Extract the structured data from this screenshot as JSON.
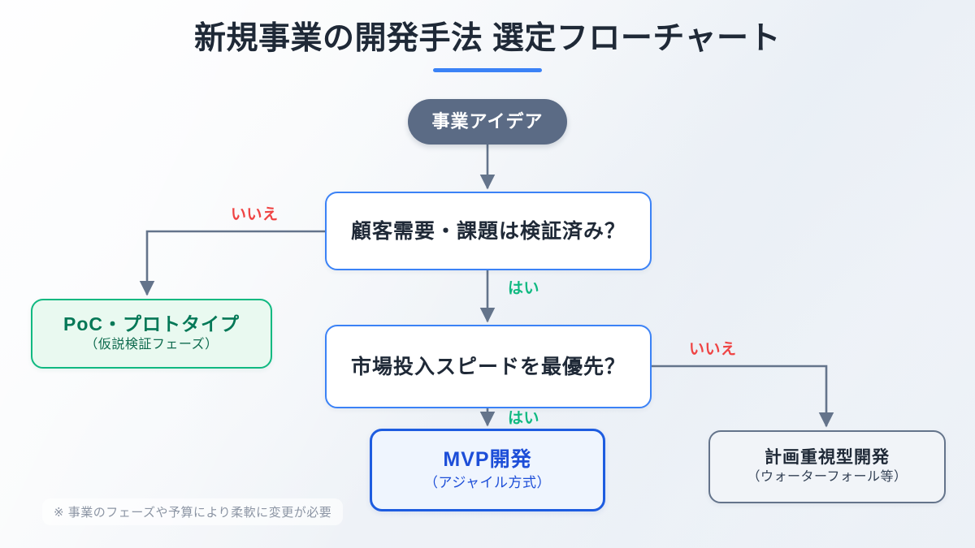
{
  "header": {
    "title": "新規事業の開発手法 選定フローチャート",
    "accent_color": "#3b82f6"
  },
  "nodes": {
    "start": {
      "label": "事業アイデア",
      "shape": "pill",
      "fill": "#5b6b85",
      "text_color": "#ffffff"
    },
    "decision_1": {
      "label": "顧客需要・課題は検証済み？",
      "shape": "rounded-rect",
      "fill": "#ffffff",
      "border_color": "#3b82f6"
    },
    "decision_2": {
      "label": "市場投入スピードを最優先？",
      "shape": "rounded-rect",
      "fill": "#ffffff",
      "border_color": "#3b82f6"
    },
    "poc": {
      "label": "PoC・プロトタイプ",
      "sublabel": "（仮説検証フェーズ）",
      "fill": "#e9f9f0",
      "border_color": "#10b981",
      "text_color": "#047857"
    },
    "mvp": {
      "label": "MVP開発",
      "sublabel": "（アジャイル方式）",
      "fill": "#eff5fe",
      "border_color": "#1d5ce0",
      "text_color": "#1d4ed8"
    },
    "waterfall": {
      "label": "計画重視型開発",
      "sublabel": "（ウォーターフォール等）",
      "fill": "#f1f4f8",
      "border_color": "#64748b",
      "text_color": "#1f2937"
    }
  },
  "edges": {
    "no_1": "いいえ",
    "yes_1": "はい",
    "no_2": "いいえ",
    "yes_2": "はい",
    "no_color": "#ef4444",
    "yes_color": "#10b981",
    "line_color": "#64748b"
  },
  "footnote": {
    "text": "※ 事業のフェーズや予算により柔軟に変更が必要"
  }
}
